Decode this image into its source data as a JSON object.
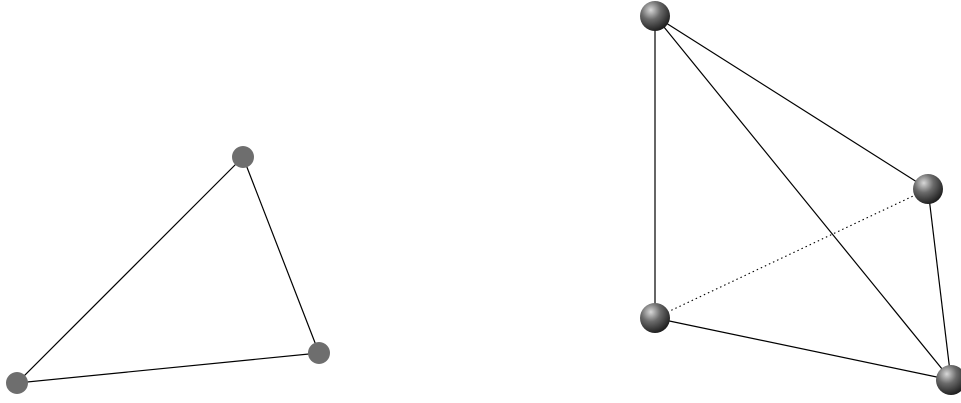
{
  "colors": {
    "background": "#ffffff",
    "edge": "#000000",
    "flat_vertex": "#6e6e6e",
    "sphere_light": "#d8d8d8",
    "sphere_mid": "#6a6a6a",
    "sphere_dark": "#1e1e1e"
  },
  "diagrams": [
    {
      "kind": "triangle",
      "vertex_style": "flat-disc",
      "vertex_count": 3,
      "edge_count": 3
    },
    {
      "kind": "tetrahedron",
      "vertex_style": "shaded-sphere",
      "vertex_count": 4,
      "edge_count": 6,
      "hidden_edge_count": 1
    }
  ]
}
